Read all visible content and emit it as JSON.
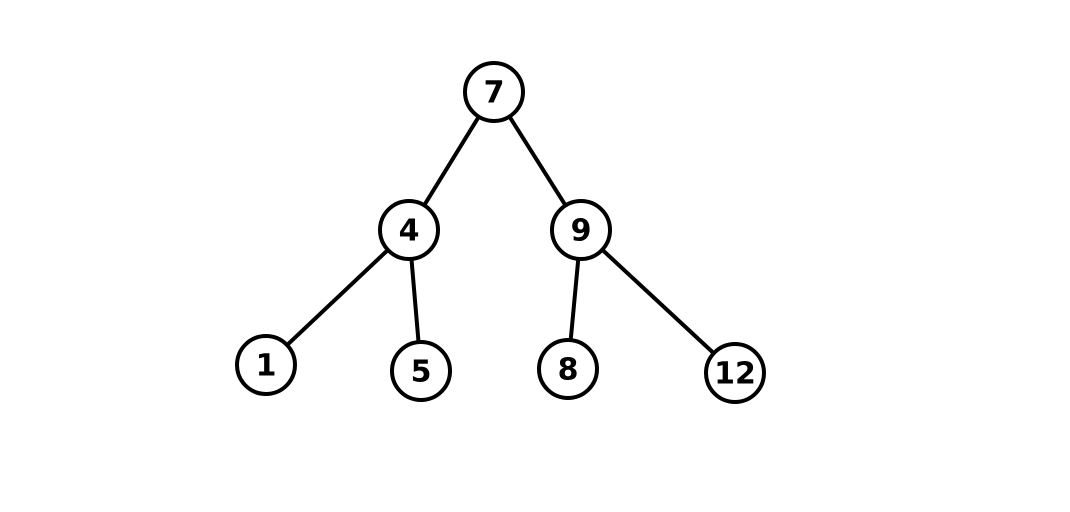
{
  "tree": {
    "nodes": [
      {
        "id": "n7",
        "label": "7"
      },
      {
        "id": "n4",
        "label": "4"
      },
      {
        "id": "n9",
        "label": "9"
      },
      {
        "id": "n1",
        "label": "1"
      },
      {
        "id": "n5",
        "label": "5"
      },
      {
        "id": "n8",
        "label": "8"
      },
      {
        "id": "n12",
        "label": "12"
      }
    ],
    "edges": [
      {
        "from": "n7",
        "to": "n4"
      },
      {
        "from": "n7",
        "to": "n9"
      },
      {
        "from": "n4",
        "to": "n1"
      },
      {
        "from": "n4",
        "to": "n5"
      },
      {
        "from": "n9",
        "to": "n8"
      },
      {
        "from": "n9",
        "to": "n12"
      }
    ],
    "colors": {
      "stroke": "#000000",
      "fill": "#ffffff",
      "background": "#ffffff"
    }
  }
}
